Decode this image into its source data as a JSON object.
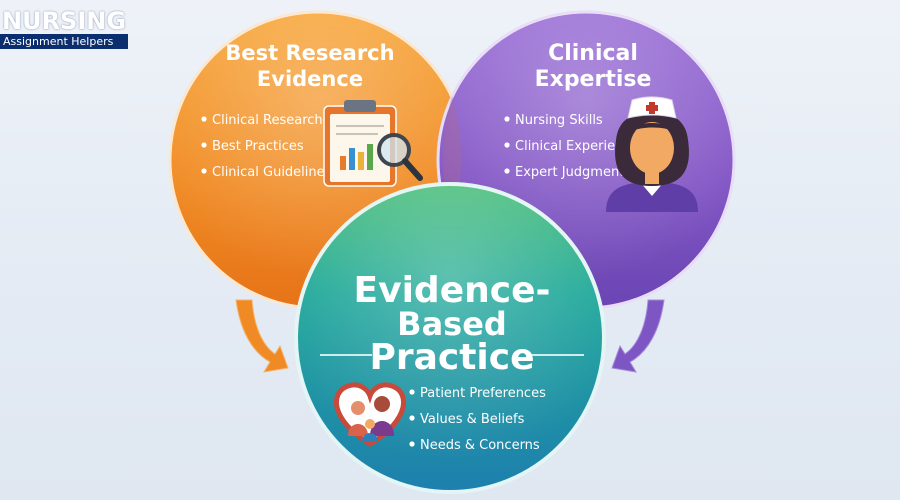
{
  "logo": {
    "line1": "NURSING",
    "line2": "Assignment Helpers"
  },
  "circles": {
    "research": {
      "title_lines": [
        "Best Research",
        "Evidence"
      ],
      "items": [
        "Clinical Research",
        "Best Practices",
        "Clinical Guidelines"
      ],
      "icon": "clipboard-magnifier-icon",
      "color": "#f08a24"
    },
    "expertise": {
      "title_lines": [
        "Clinical",
        "Expertise"
      ],
      "items": [
        "Nursing Skills",
        "Clinical Experience",
        "Expert Judgment"
      ],
      "icon": "nurse-icon",
      "color": "#8a5cc8"
    },
    "patient": {
      "title_lines": [
        "Evidence-",
        "Based",
        "Practice"
      ],
      "items": [
        "Patient Preferences",
        "Values & Beliefs",
        "Needs & Concerns"
      ],
      "icon": "family-heart-icon",
      "color": "#1aa3a3"
    }
  },
  "colors": {
    "orange": "#f08a24",
    "purple": "#8a5cc8",
    "teal": "#1aa3a3",
    "title_white": "#ffffff"
  }
}
